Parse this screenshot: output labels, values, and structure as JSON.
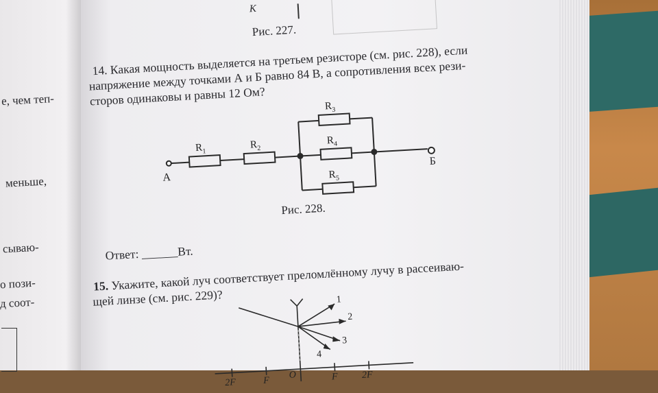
{
  "left_page": {
    "lines": [
      "е, чем теп-",
      "меньше,",
      "сываю-",
      "о пози-",
      "д соот-"
    ]
  },
  "top": {
    "k_letter": "К",
    "fig227": "Рис. 227."
  },
  "task14": {
    "number": "14.",
    "line1": "Какая мощность выделяется на третьем резисторе (см. рис. 228), если",
    "line2": "напряжение между точками А и Б равно 84 В, а сопротивления всех рези-",
    "line3": "сторов одинаковы и равны 12 Ом?"
  },
  "circuit": {
    "label_a": "А",
    "label_b": "Б",
    "r1": "R",
    "r1_sub": "1",
    "r2": "R",
    "r2_sub": "2",
    "r3": "R",
    "r3_sub": "3",
    "r4": "R",
    "r4_sub": "4",
    "r5": "R",
    "r5_sub": "5"
  },
  "fig228": "Рис. 228.",
  "answer": {
    "label": "Ответ:",
    "blank": "______",
    "unit": "Вт."
  },
  "task15": {
    "number": "15.",
    "line1": "Укажите, какой луч соответствует преломлённому лучу в рассеиваю-",
    "line2": "щей линзе (см. рис. 229)?"
  },
  "lens": {
    "ray1": "1",
    "ray2": "2",
    "ray3": "3",
    "ray4": "4",
    "l2f": "2F",
    "lf": "F",
    "o": "O",
    "rf": "F",
    "r2f": "2F"
  }
}
